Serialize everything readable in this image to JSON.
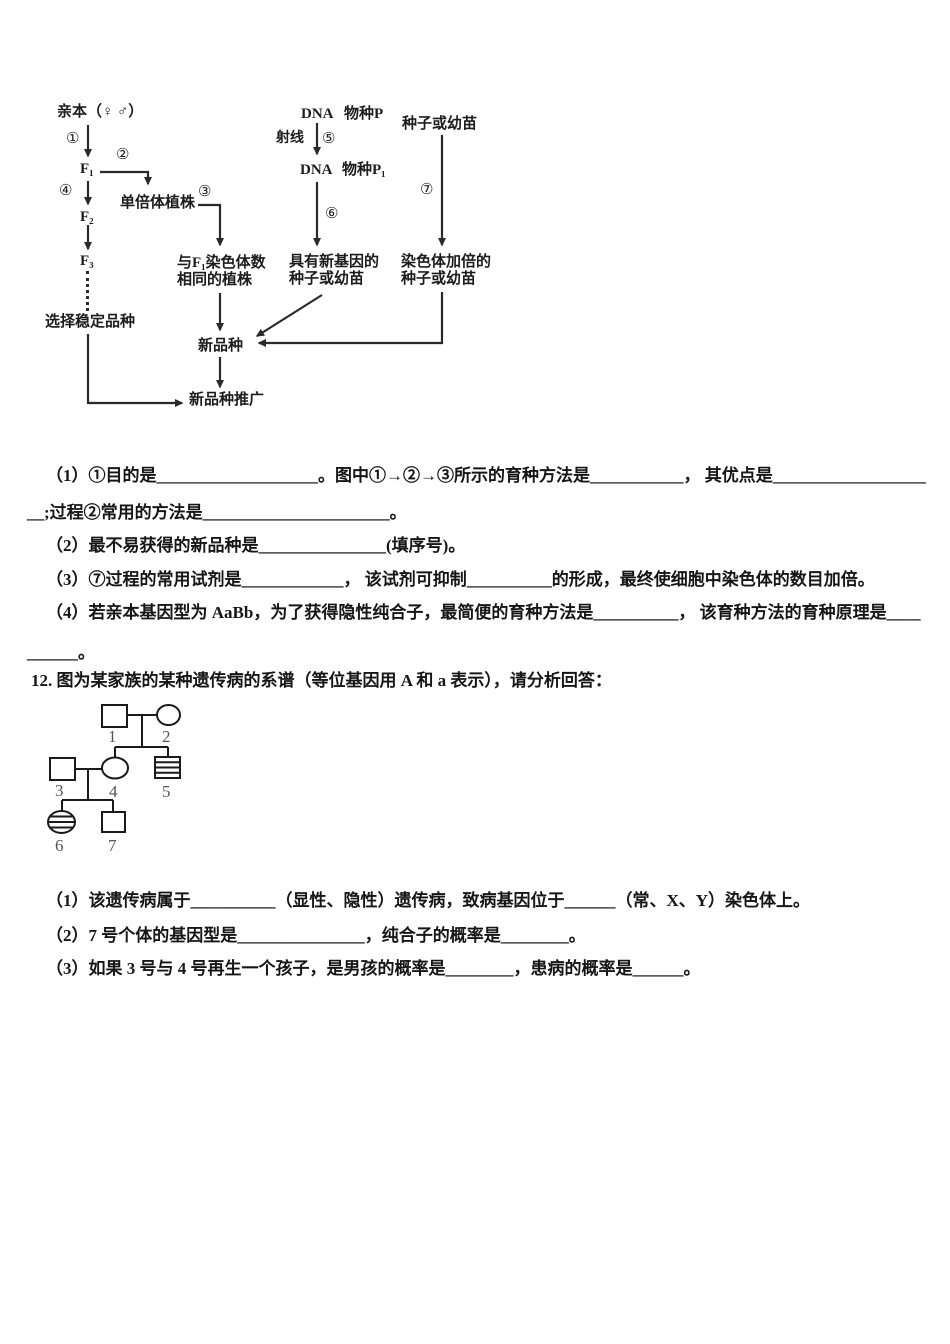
{
  "flowchart": {
    "parent": "亲本（♀ ♂）",
    "circ1": "①",
    "circ2": "②",
    "circ3": "③",
    "circ4": "④",
    "circ5": "⑤",
    "circ6": "⑥",
    "circ7": "⑦",
    "f1": "F₁",
    "f2": "F₂",
    "f3": "F₃",
    "haploid": "单倍体植株",
    "same_chrom_1": "与F₁染色体数",
    "same_chrom_2": "相同的植株",
    "select_stable": "选择稳定品种",
    "new_variety": "新品种",
    "promotion": "新品种推广",
    "dna_top": "DNA",
    "species_p": "物种P",
    "ray": "射线",
    "dna_mid": "DNA",
    "species_p1": "物种P₁",
    "new_gene_1": "具有新基因的",
    "new_gene_2": "种子或幼苗",
    "seeds": "种子或幼苗",
    "doubled_1": "染色体加倍的",
    "doubled_2": "种子或幼苗"
  },
  "q11": {
    "part1_line1": "（1）①目的是___________________。图中①→②→③所示的育种方法是___________，  其优点是__________________",
    "part1_line2": "__;过程②常用的方法是______________________。",
    "part2": "（2）最不易获得的新品种是_______________(填序号)。",
    "part3": "（3）⑦过程的常用试剂是____________，  该试剂可抑制__________的形成，最终使细胞中染色体的数目加倍。",
    "part4_line1": "（4）若亲本基因型为 AaBb，为了获得隐性纯合子，最简便的育种方法是__________，  该育种方法的育种原理是____",
    "part4_line2": "______。"
  },
  "q12": {
    "stem": "12. 图为某家族的某种遗传病的系谱（等位基因用 A 和 a 表示），请分析回答：",
    "pedigree_labels": [
      "1",
      "2",
      "3",
      "4",
      "5",
      "6",
      "7"
    ],
    "part1": "（1）该遗传病属于__________（显性、隐性）遗传病，致病基因位于______（常、X、Y）染色体上。",
    "part2": "（2）7 号个体的基因型是_______________，纯合子的概率是________。",
    "part3": "（3）如果 3 号与 4 号再生一个孩子，是男孩的概率是________，患病的概率是______。"
  }
}
